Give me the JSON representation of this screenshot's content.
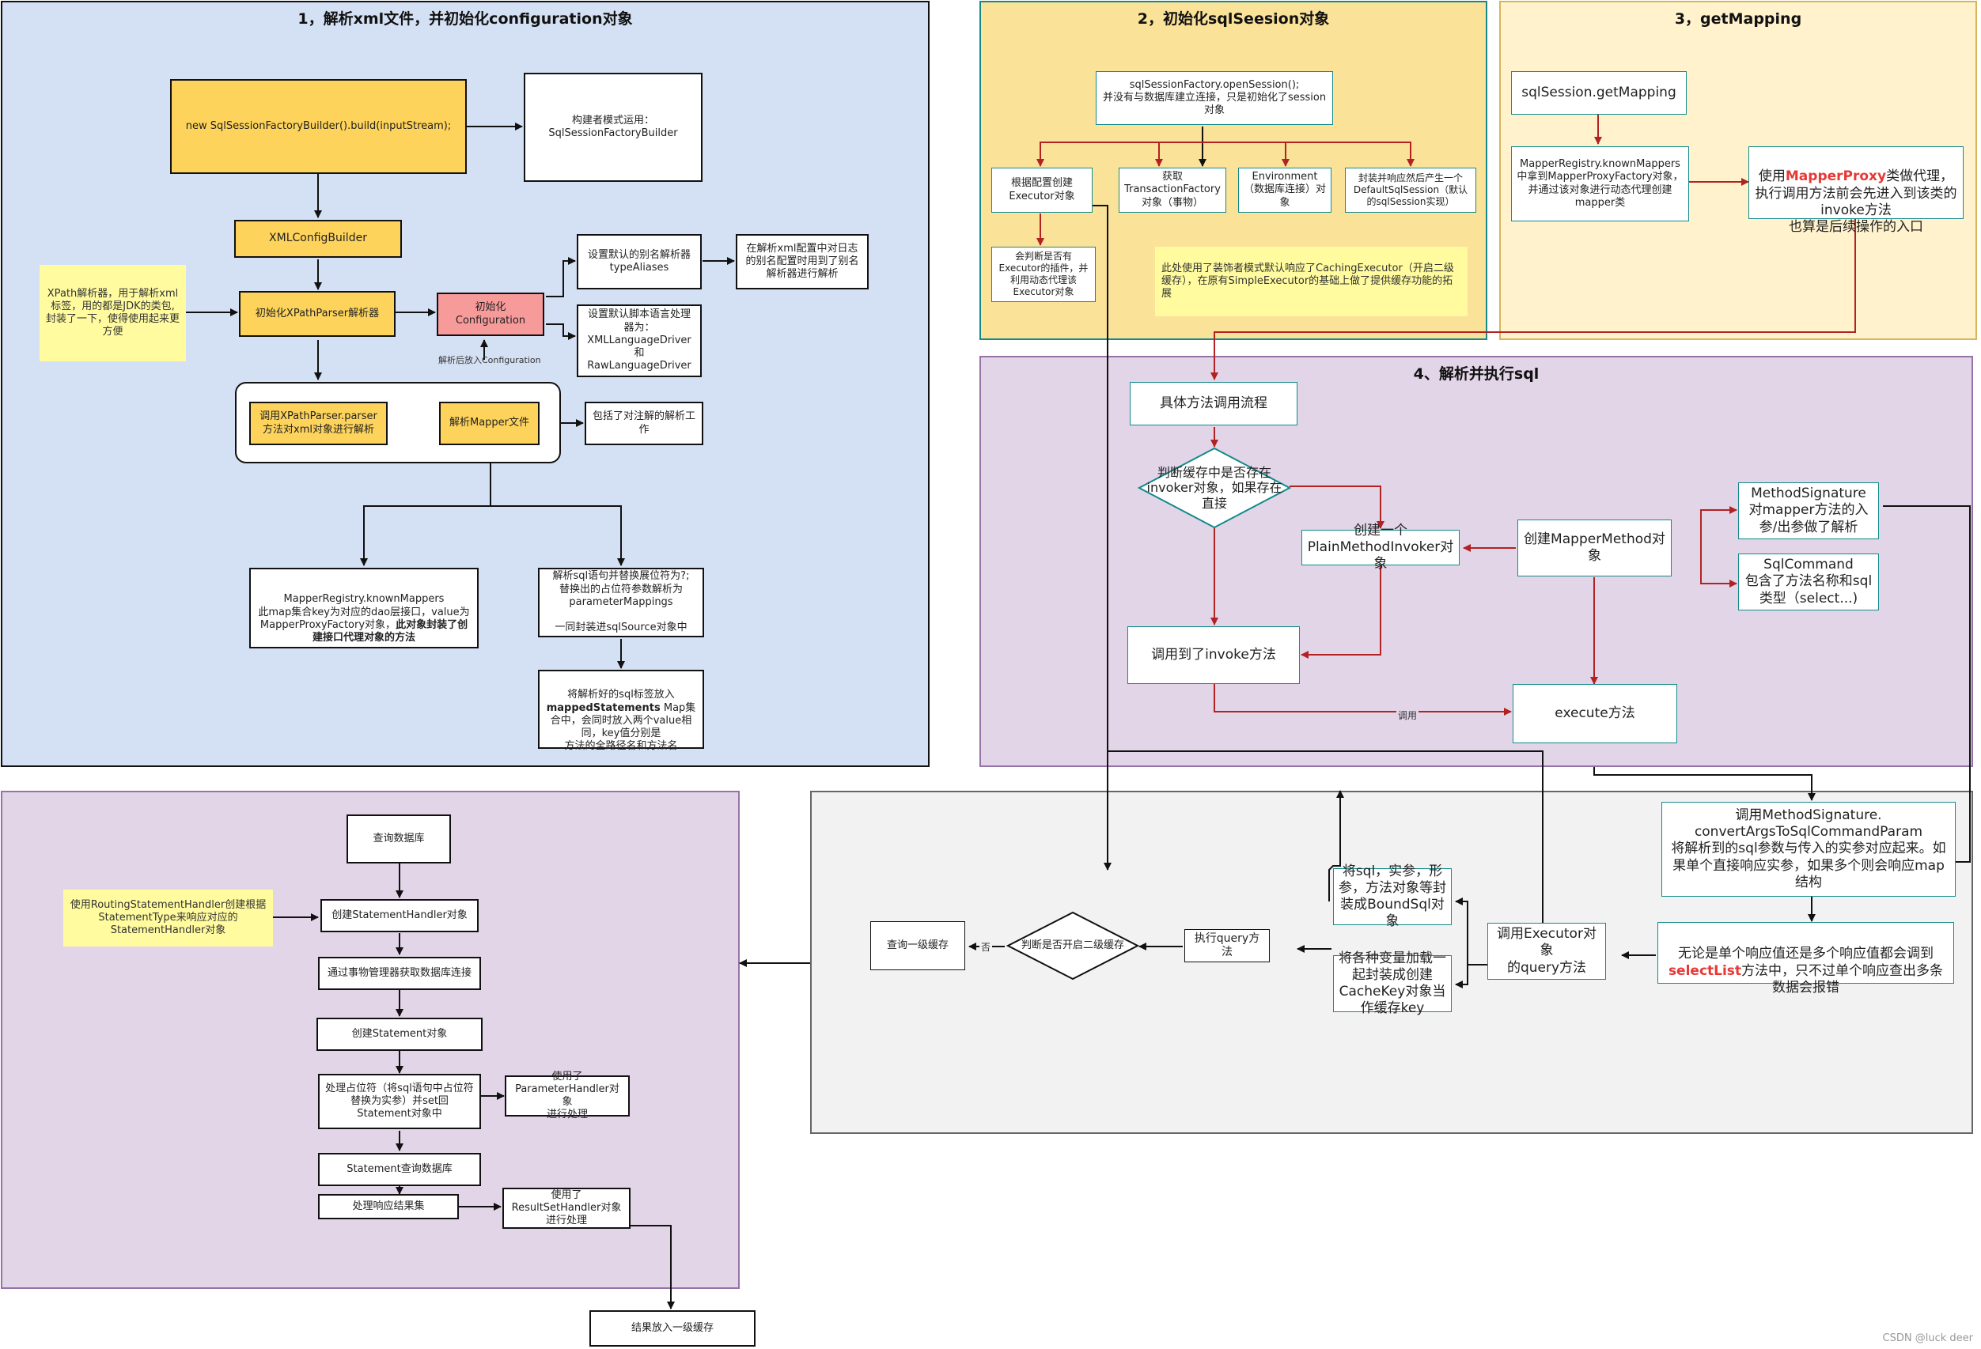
{
  "panels": {
    "p1": {
      "title": "1，解析xml文件，并初始化configuration对象"
    },
    "p2": {
      "title": "2，初始化sqlSeesion对象"
    },
    "p3": {
      "title": "3，getMapping"
    },
    "p4": {
      "title": "4、解析并执行sql"
    }
  },
  "section1": {
    "build": "new SqlSessionFactoryBuilder().build(inputStream);",
    "builder_note": "构建者模式运用：\nSqlSessionFactoryBuilder",
    "xml_config_builder": "XMLConfigBuilder",
    "xpath_note": "XPath解析器，用于解析xml标签，用的都是JDK的类包,封装了一下，使得使用起来更方便",
    "xpath_parser": "初始化XPathParser解析器",
    "configuration": "初始化\nConfiguration",
    "alias": "设置默认的别名解析器typeAliases",
    "alias_log": "在解析xml配置中对日志的别名配置时用到了别名解析器进行解析",
    "lang_driver": "设置默认脚本语言处理器为：\nXMLLanguageDriver\n和RawLanguageDriver",
    "parse_label": "解析后放入Configuration",
    "call_parser": "调用XPathParser.parser方法对xml对象进行解析",
    "parse_mapper": "解析Mapper文件",
    "annotation": "包括了对注解的解析工作",
    "mapper_registry_a": "MapperRegistry.knownMappers\n此map集合key为对应的dao层接口，value为MapperProxyFactory对象，",
    "mapper_registry_b": "此对象封装了创建接口代理对象的方法",
    "parse_sql": "解析sql语句并替换展位符为?;\n替换出的占位符参数解析为parameterMappings\n\n一同封装进sqlSource对象中",
    "mapped_a": "将解析好的sql标签放入",
    "mapped_b": "mappedStatements",
    "mapped_c": " Map集合中，会同时放入两个value相同，key值分别是\n方法的全路径名和方法名"
  },
  "section2": {
    "open_session": "sqlSessionFactory.openSession();\n并没有与数据库建立连接，只是初始化了session对象",
    "executor": "根据配置创建\nExecutor对象",
    "transaction": "获取\nTransactionFactory\n对象（事物）",
    "environment": "Environment（数据库连接）对象",
    "default_session": "封装并响应然后产生一个DefaultSqlSession（默认的sqlSession实现）",
    "plugin": "会判断是否有Executor的插件，并利用动态代理该Executor对象",
    "caching_note": "此处使用了装饰者模式默认响应了CachingExecutor（开启二级缓存），在原有SimpleExecutor的基础上做了提供缓存功能的拓展"
  },
  "section3": {
    "get_mapping": "sqlSession.getMapping",
    "known_mappers": "MapperRegistry.knownMappers中拿到MapperProxyFactory对象，并通过该对象进行动态代理创建mapper类",
    "proxy_a": "使用",
    "proxy_b": "MapperProxy",
    "proxy_c": "类做代理，执行调用方法前会先进入到该类的invoke方法\n也算是后续操作的入口"
  },
  "section4": {
    "flow": "具体方法调用流程",
    "cache_check": "判断缓存中是否存在\ninvoker对象，如果存在\n直接",
    "plain_invoker": "创建一个\nPlainMethodInvoker对象",
    "mapper_method": "创建MapperMethod对象",
    "method_signature": "MethodSignature\n对mapper方法的入参/出参做了解析",
    "sql_command": "SqlCommand\n包含了方法名称和sql类型（select...)",
    "invoke": "调用到了invoke方法",
    "execute": "execute方法",
    "call_label": "调用"
  },
  "section5": {
    "convert": "调用MethodSignature.\nconvertArgsToSqlCommandParam\n将解析到的sql参数与传入的实参对应起来。如果单个直接响应实参，如果多个则会响应map结构",
    "select_list_a": "无论是单个响应值还是多个响应值都会调到",
    "select_list_b": "selectList",
    "select_list_c": "方法中，只不过单个响应查出多条数据会报错",
    "executor_query": "调用Executor对象\n的query方法",
    "bound_sql": "将sql，实参，形参，方法对象等封装成BoundSql对象",
    "cache_key": "将各种变量加载一起封装成创建CacheKey对象当作缓存key",
    "query_method": "执行query方法",
    "second_cache": "判断是否开启二级缓存",
    "no_label": "否",
    "first_cache": "查询一级缓存"
  },
  "section6": {
    "query_db": "查询数据库",
    "routing_note": "使用RoutingStatementHandler创建根据StatementType来响应对应的StatementHandler对象",
    "create_handler": "创建StatementHandler对象",
    "get_conn": "通过事物管理器获取数据库连接",
    "create_statement": "创建Statement对象",
    "placeholder": "处理占位符（将sql语句中占位符替换为实参）并set回Statement对象中",
    "param_handler": "使用了\nParameterHandler对象\n进行处理",
    "statement_query": "Statement查询数据库",
    "result_set": "处理响应结果集",
    "result_handler": "使用了ResultSetHandler对象进行处理",
    "put_cache": "结果放入一级缓存"
  },
  "watermark": "CSDN @luck deer",
  "colors": {
    "panel1": "#d4e0f3",
    "panel2": "#fbe299",
    "panel3": "#fff2cc",
    "panel4": "#e3d5e8",
    "panel5": "#f2f2f2",
    "panel6": "#e3d5e8",
    "yellow": "#fdd35b",
    "red": "#f79a9a",
    "arrow_red": "#b22222",
    "teal": "#138a8a",
    "note": "#fffb9e"
  }
}
